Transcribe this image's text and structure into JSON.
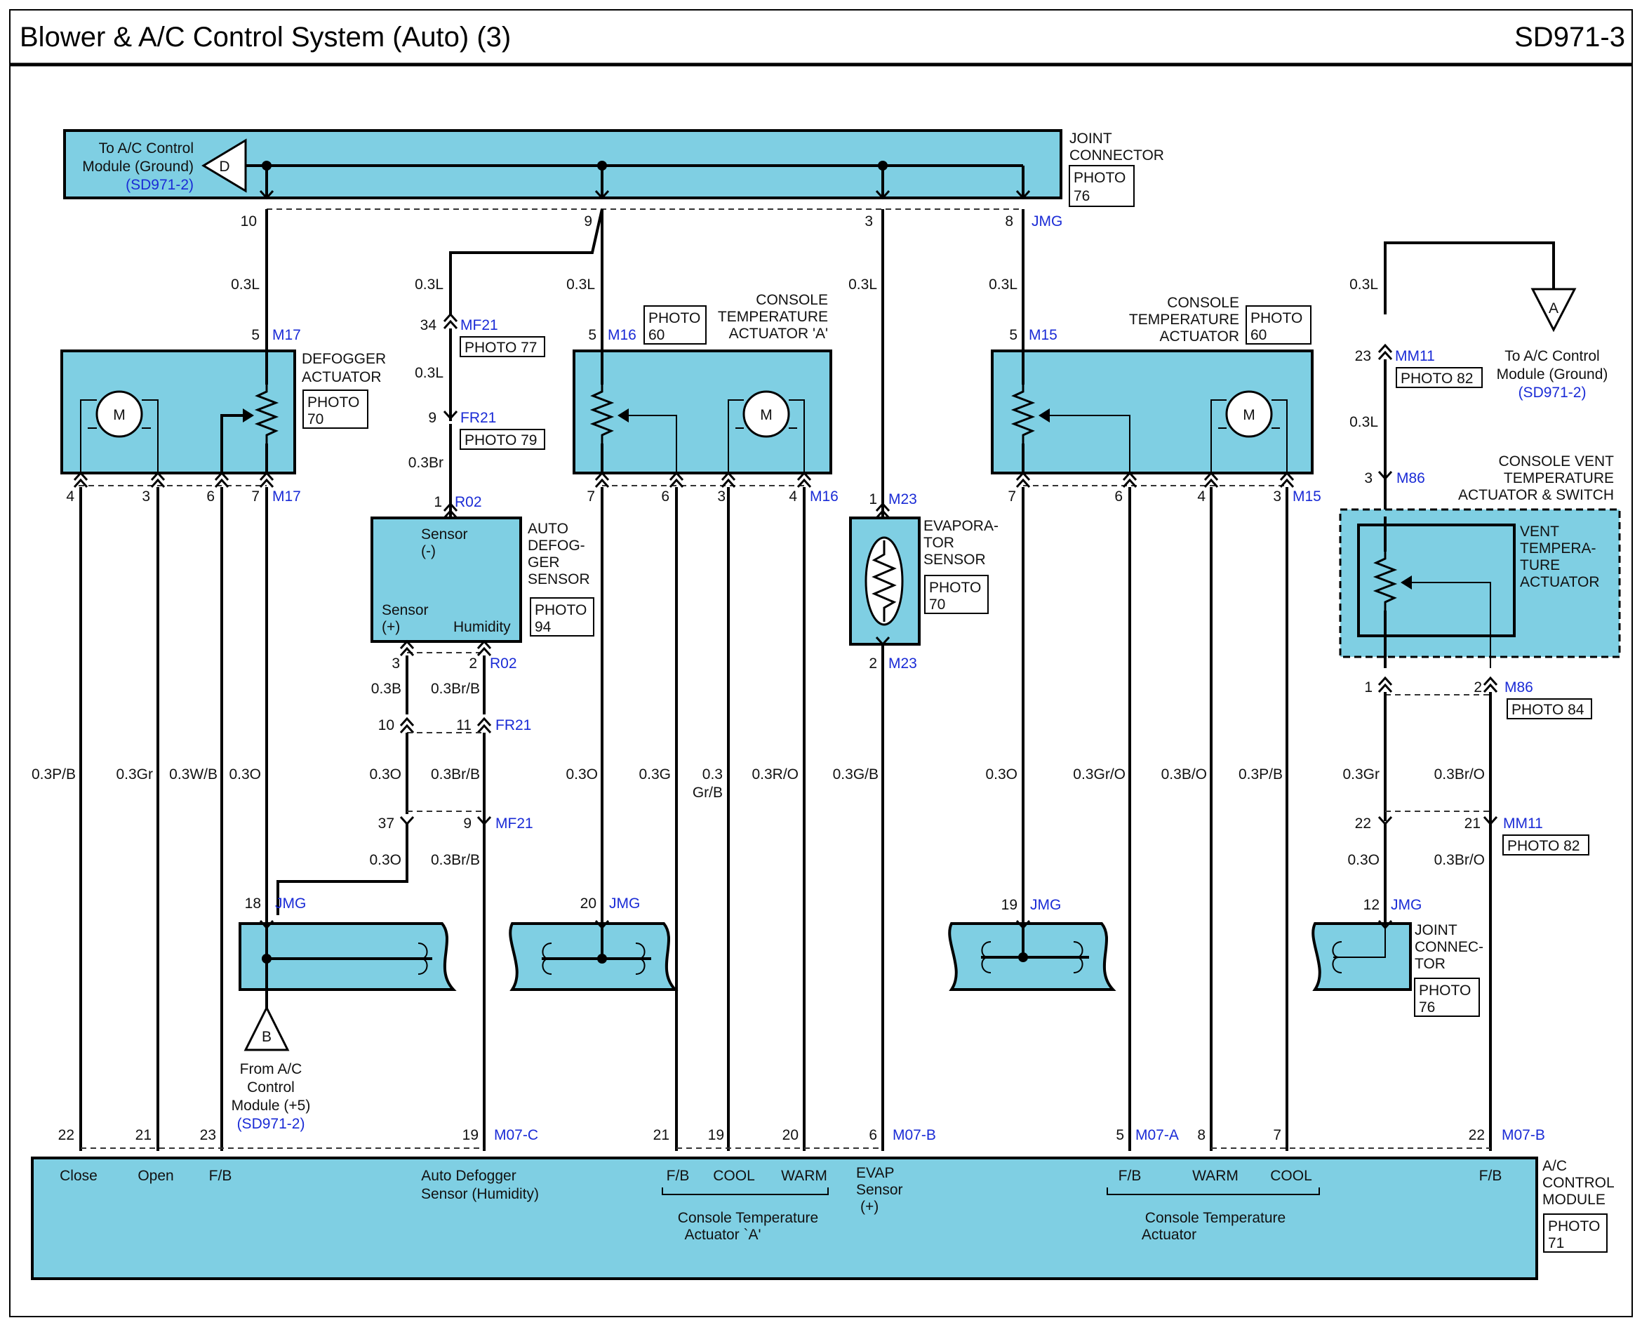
{
  "header": {
    "title": "Blower & A/C Control System (Auto) (3)",
    "code": "SD971-3"
  },
  "joint_top": {
    "label": [
      "JOINT",
      "CONNECTOR"
    ],
    "photo": [
      "PHOTO",
      "76"
    ],
    "ground_ref": [
      "To A/C Control",
      "Module (Ground)"
    ],
    "ground_link": "(SD971-2)",
    "ground_symbol": "D",
    "pins": [
      "10",
      "9",
      "3",
      "8"
    ],
    "conn": "JMG"
  },
  "wires": {
    "w03L": "0.3L",
    "w03Br": "0.3Br",
    "w03PB": "0.3P/B",
    "w03Gr": "0.3Gr",
    "w03WB": "0.3W/B",
    "w03O": "0.3O",
    "w03B": "0.3B",
    "w03BrB": "0.3Br/B",
    "w03G": "0.3G",
    "w03a": "0.3",
    "wGrB": "Gr/B",
    "w03RO": "0.3R/O",
    "w03GB": "0.3G/B",
    "w03GrO": "0.3Gr/O",
    "w03BO": "0.3B/O",
    "w03BrO": "0.3Br/O"
  },
  "defogger": {
    "label": [
      "DEFOGGER",
      "ACTUATOR"
    ],
    "photo": [
      "PHOTO",
      "70"
    ],
    "motor": "M",
    "conn": "M17",
    "top_pin": "5",
    "pins": [
      "4",
      "3",
      "6",
      "7"
    ]
  },
  "sensor_chain": {
    "mf21_pin": "34",
    "mf21": "MF21",
    "mf21_photo": "PHOTO 77",
    "fr21_pin": "9",
    "fr21": "FR21",
    "fr21_photo": "PHOTO 79",
    "r02_pin": "1",
    "r02": "R02",
    "lower": {
      "pin3": "3",
      "pin2": "2",
      "r02": "R02",
      "pin10": "10",
      "pin11": "11",
      "fr21": "FR21",
      "pin37": "37",
      "pin9": "9",
      "mf21": "MF21"
    }
  },
  "auto_sensor": {
    "label": [
      "AUTO",
      "DEFOG-",
      "GER",
      "SENSOR"
    ],
    "photo": [
      "PHOTO",
      "94"
    ],
    "sensor_neg": [
      "Sensor",
      "(-)"
    ],
    "sensor_pos": [
      "Sensor",
      "(+)"
    ],
    "humidity": "Humidity"
  },
  "console_a": {
    "label": [
      "CONSOLE",
      "TEMPERATURE",
      "ACTUATOR 'A'"
    ],
    "photo": [
      "PHOTO",
      "60"
    ],
    "motor": "M",
    "conn": "M16",
    "top_pin": "5",
    "pins": [
      "7",
      "6",
      "3",
      "4"
    ]
  },
  "evap": {
    "label": [
      "EVAPORA-",
      "TOR",
      "SENSOR"
    ],
    "photo": [
      "PHOTO",
      "70"
    ],
    "pin1": "1",
    "conn1": "M23",
    "pin2": "2",
    "conn2": "M23"
  },
  "console_b": {
    "label": [
      "CONSOLE",
      "TEMPERATURE",
      "ACTUATOR"
    ],
    "photo": [
      "PHOTO",
      "60"
    ],
    "motor": "M",
    "conn": "M15",
    "top_pin": "5",
    "pins": [
      "7",
      "6",
      "4",
      "3"
    ]
  },
  "vent": {
    "ground_ref": [
      "To A/C Control",
      "Module (Ground)"
    ],
    "ground_link": "(SD971-2)",
    "ground_symbol": "A",
    "mm11_pin": "23",
    "mm11": "MM11",
    "mm11_photo": "PHOTO 82",
    "m86_pin": "3",
    "m86": "M86",
    "label": [
      "CONSOLE VENT",
      "TEMPERATURE",
      "ACTUATOR & SWITCH"
    ],
    "inner": [
      "VENT",
      "TEMPERA-",
      "TURE",
      "ACTUATOR"
    ],
    "pin1": "1",
    "pin2": "2",
    "m86b": "M86",
    "m86_photo": "PHOTO 84",
    "pin22": "22",
    "pin21": "21",
    "mm11b": "MM11",
    "mm11b_photo": "PHOTO 82",
    "pin12": "12",
    "jmg": "JMG",
    "joint_label": [
      "JOINT",
      "CONNEC-",
      "TOR"
    ],
    "joint_photo": [
      "PHOTO",
      "76"
    ]
  },
  "joints_mid": {
    "pin18": "18",
    "pin20": "20",
    "pin19": "19",
    "conn": "JMG",
    "from_b": [
      "From A/C",
      "Control",
      "Module (+5)"
    ],
    "from_b_link": "(SD971-2)",
    "b_symbol": "B"
  },
  "module": {
    "label": [
      "A/C",
      "CONTROL",
      "MODULE"
    ],
    "photo": [
      "PHOTO",
      "71"
    ],
    "pins": {
      "p22a": "22",
      "p21": "21",
      "p23": "23",
      "p19": "19",
      "c07c": "M07-C",
      "p21b": "21",
      "p19b": "19",
      "p20": "20",
      "p6": "6",
      "c07b": "M07-B",
      "p5": "5",
      "c07a": "M07-A",
      "p8": "8",
      "p7": "7",
      "p22b": "22",
      "c07b2": "M07-B"
    },
    "terms": {
      "close": "Close",
      "open": "Open",
      "fb1": "F/B",
      "auto_def": [
        "Auto Defogger",
        "Sensor (Humidity)"
      ],
      "fb2": "F/B",
      "cool1": "COOL",
      "warm1": "WARM",
      "evap": [
        "EVAP",
        "Sensor",
        "(+)"
      ],
      "fb3": "F/B",
      "warm2": "WARM",
      "cool2": "COOL",
      "fb4": "F/B",
      "grp_a": [
        "Console Temperature",
        "Actuator `A'"
      ],
      "grp_b": [
        "Console Temperature",
        "Actuator"
      ]
    }
  },
  "colors": {
    "fill": "#7fcfe3",
    "connector_text": "#1a2bd6",
    "line": "#000000"
  }
}
